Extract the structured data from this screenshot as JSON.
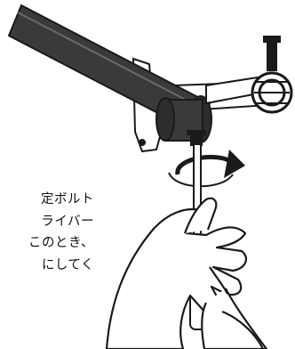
{
  "caption": {
    "lines": [
      "定ボルト",
      "ライバー",
      "このとき、",
      "にしてく"
    ]
  },
  "icons": [
    "curtain-rod-icon",
    "bracket-icon",
    "screw-icon",
    "rotation-arrow-icon",
    "screwdriver-icon",
    "hands-icon"
  ],
  "colors": {
    "ink": "#1a1a1a",
    "rod": "#3a3a3a",
    "background": "#ffffff"
  }
}
